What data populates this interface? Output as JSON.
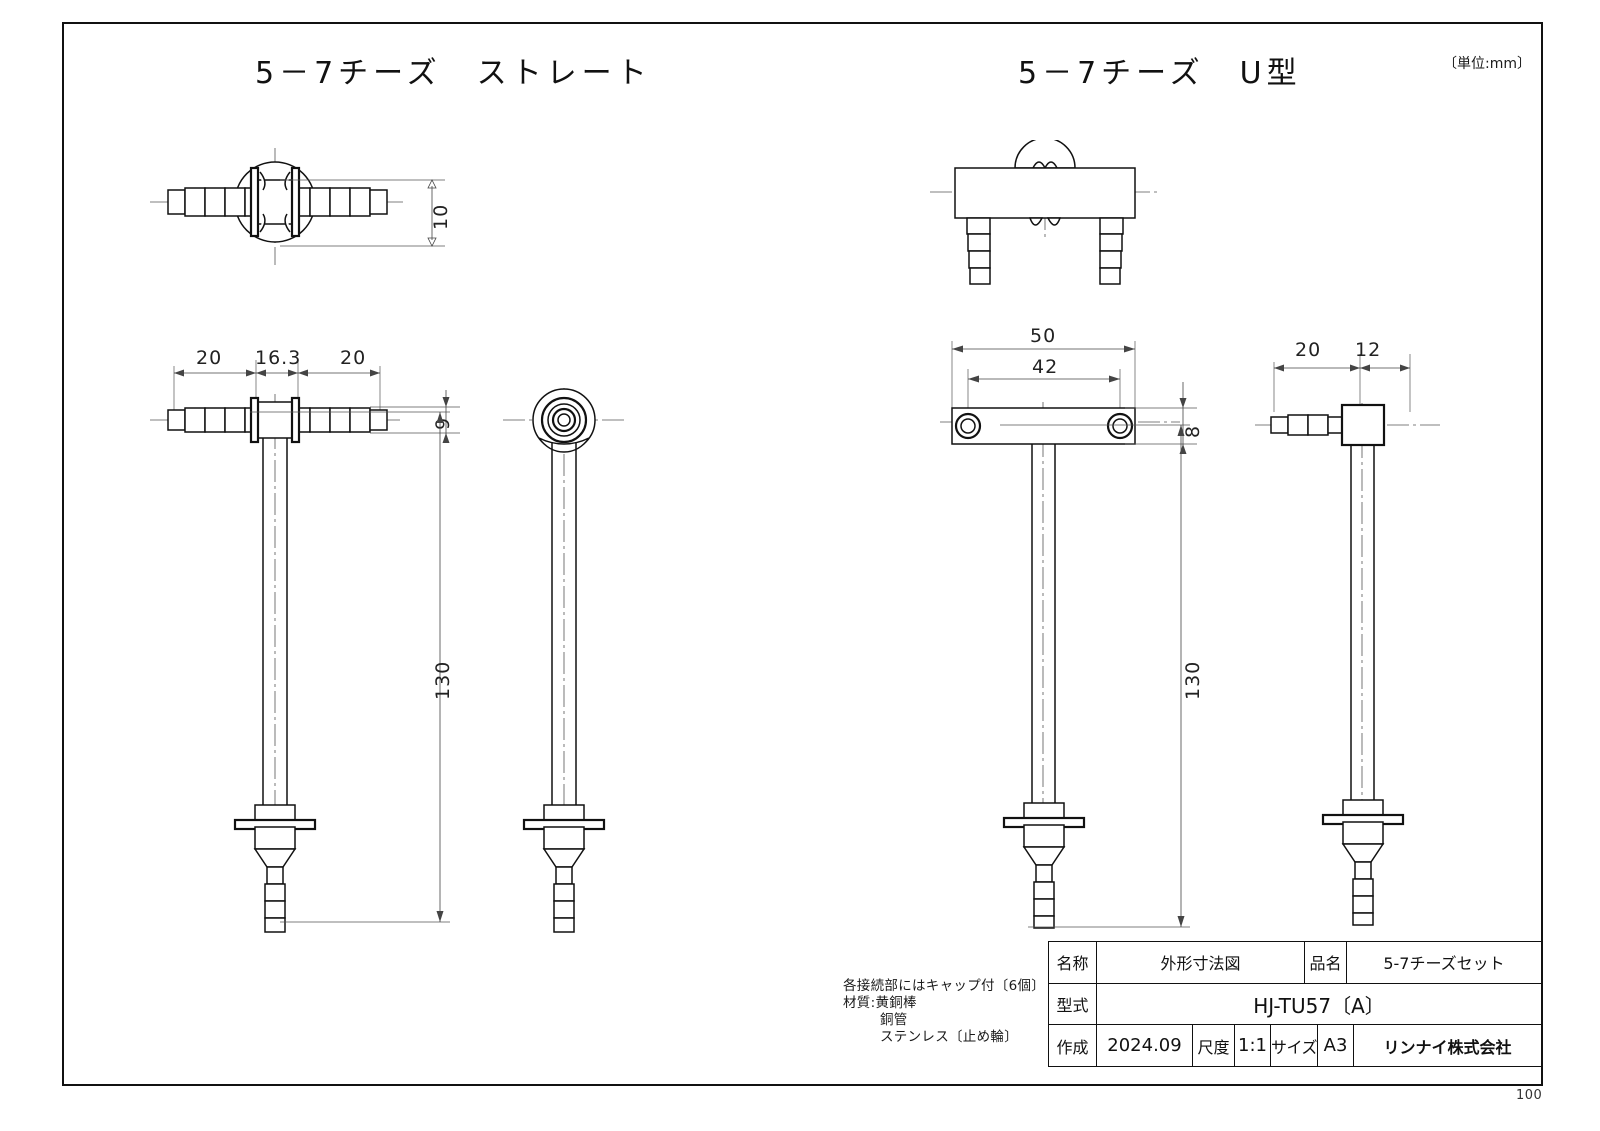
{
  "drawing": {
    "unit_note": "〔単位:mm〕",
    "page_number": "100",
    "left_view_title": "5－7チーズ　ストレート",
    "right_view_title": "5－7チーズ　U型"
  },
  "dimensions": {
    "left_top_height": "10",
    "left_front_a": "20",
    "left_front_b": "16.3",
    "left_front_c": "20",
    "left_front_height": "9",
    "left_front_length": "130",
    "right_front_width": "50",
    "right_front_hole_pitch": "42",
    "right_front_height": "8",
    "right_front_length": "130",
    "right_side_a": "20",
    "right_side_b": "12"
  },
  "notes": {
    "line1": "各接続部にはキャップ付〔6個〕",
    "line2": "材質:黄銅棒",
    "line3": "銅管",
    "line4": "ステンレス〔止め輪〕"
  },
  "title_block": {
    "name_label": "名称",
    "name_value": "外形寸法図",
    "product_label": "品名",
    "product_value": "5-7チーズセット",
    "model_label": "型式",
    "model_value": "HJ-TU57〔A〕",
    "created_label": "作成",
    "created_value": "2024.09",
    "scale_label": "尺度",
    "scale_value": "1:1",
    "size_label": "サイズ",
    "size_value": "A3",
    "company": "リンナイ株式会社"
  },
  "colors": {
    "line": "#111111",
    "thin_line": "#555555",
    "background": "#ffffff"
  }
}
